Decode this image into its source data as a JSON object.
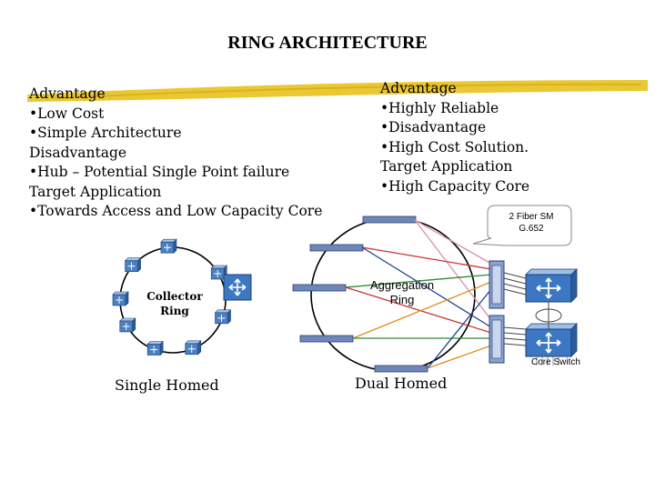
{
  "title": "RING ARCHITECTURE",
  "left_panel": {
    "lines": [
      "Advantage",
      "•Low Cost",
      "•Simple Architecture",
      "Disadvantage",
      "•Hub – Potential Single Point failure",
      "Target Application",
      "•Towards Access and Low Capacity Core"
    ],
    "collector_ring_label_1": "Collector",
    "collector_ring_label_2": "Ring",
    "caption": "Single Homed"
  },
  "right_panel": {
    "lines": [
      "Advantage",
      "•Highly Reliable",
      "•Disadvantage",
      "•High Cost Solution.",
      "Target Application",
      "•High Capacity Core"
    ],
    "callout_line_1": "2 Fiber SM",
    "callout_line_2": "G.652",
    "aggregation_ring_label_1": "Aggregation",
    "aggregation_ring_label_2": "Ring",
    "core_switch_label": "Core Switch",
    "caption": "Dual Homed"
  },
  "colors": {
    "highlighter": "#e8c21e",
    "device_blue": "#4a7fc0",
    "switch_blue": "#3b77c2",
    "line_red": "#cc3333",
    "line_green": "#2f8a2f",
    "line_orange": "#e08a1e",
    "line_navy": "#1f3f8f",
    "line_pink": "#d98fb0"
  }
}
